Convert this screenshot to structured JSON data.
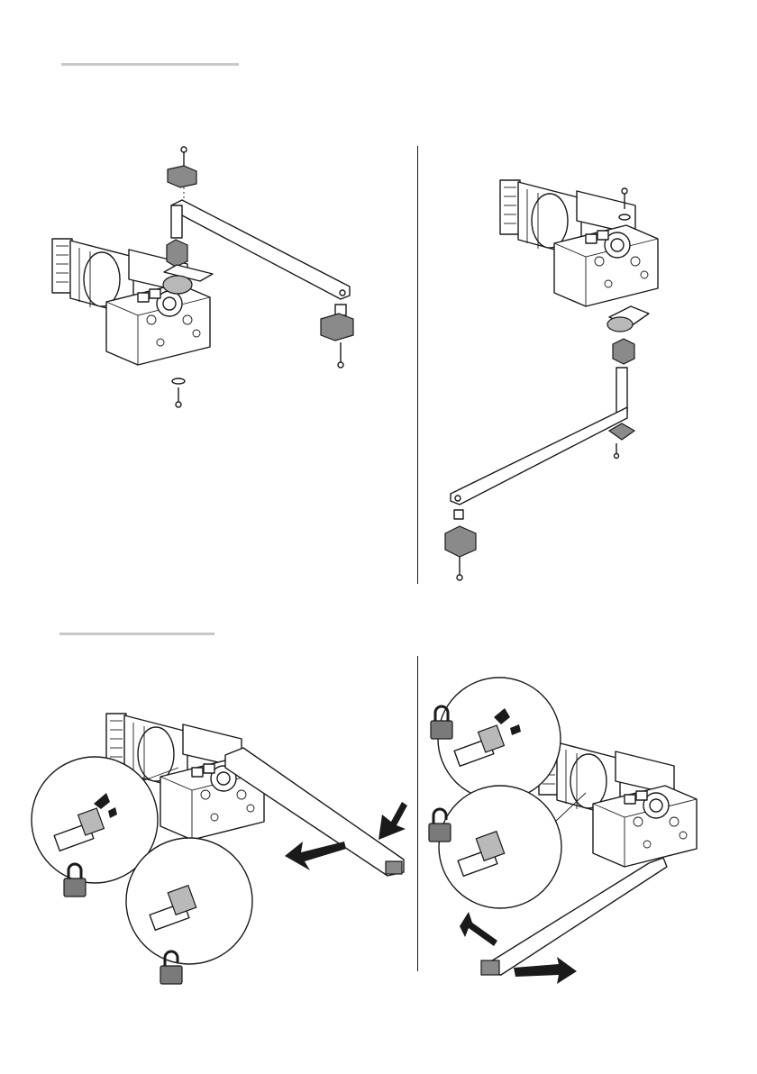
{
  "sections": [
    {
      "id": "installation"
    },
    {
      "id": "manual-release"
    }
  ],
  "colors": {
    "header_rule": "#c8c8c8",
    "ink": "#1a1a1a",
    "lock_fill": "#7a7a7a",
    "part_grey": "#b9b9b9"
  },
  "icons": {
    "locked": "padlock-closed-icon",
    "unlocked": "padlock-open-icon",
    "move_arrow": "dashed-arrow-icon"
  },
  "lock_states": {
    "top_left_inset": "locked",
    "bottom_left_inset": "unlocked",
    "top_right_inset": "locked",
    "bottom_right_inset": "unlocked"
  }
}
